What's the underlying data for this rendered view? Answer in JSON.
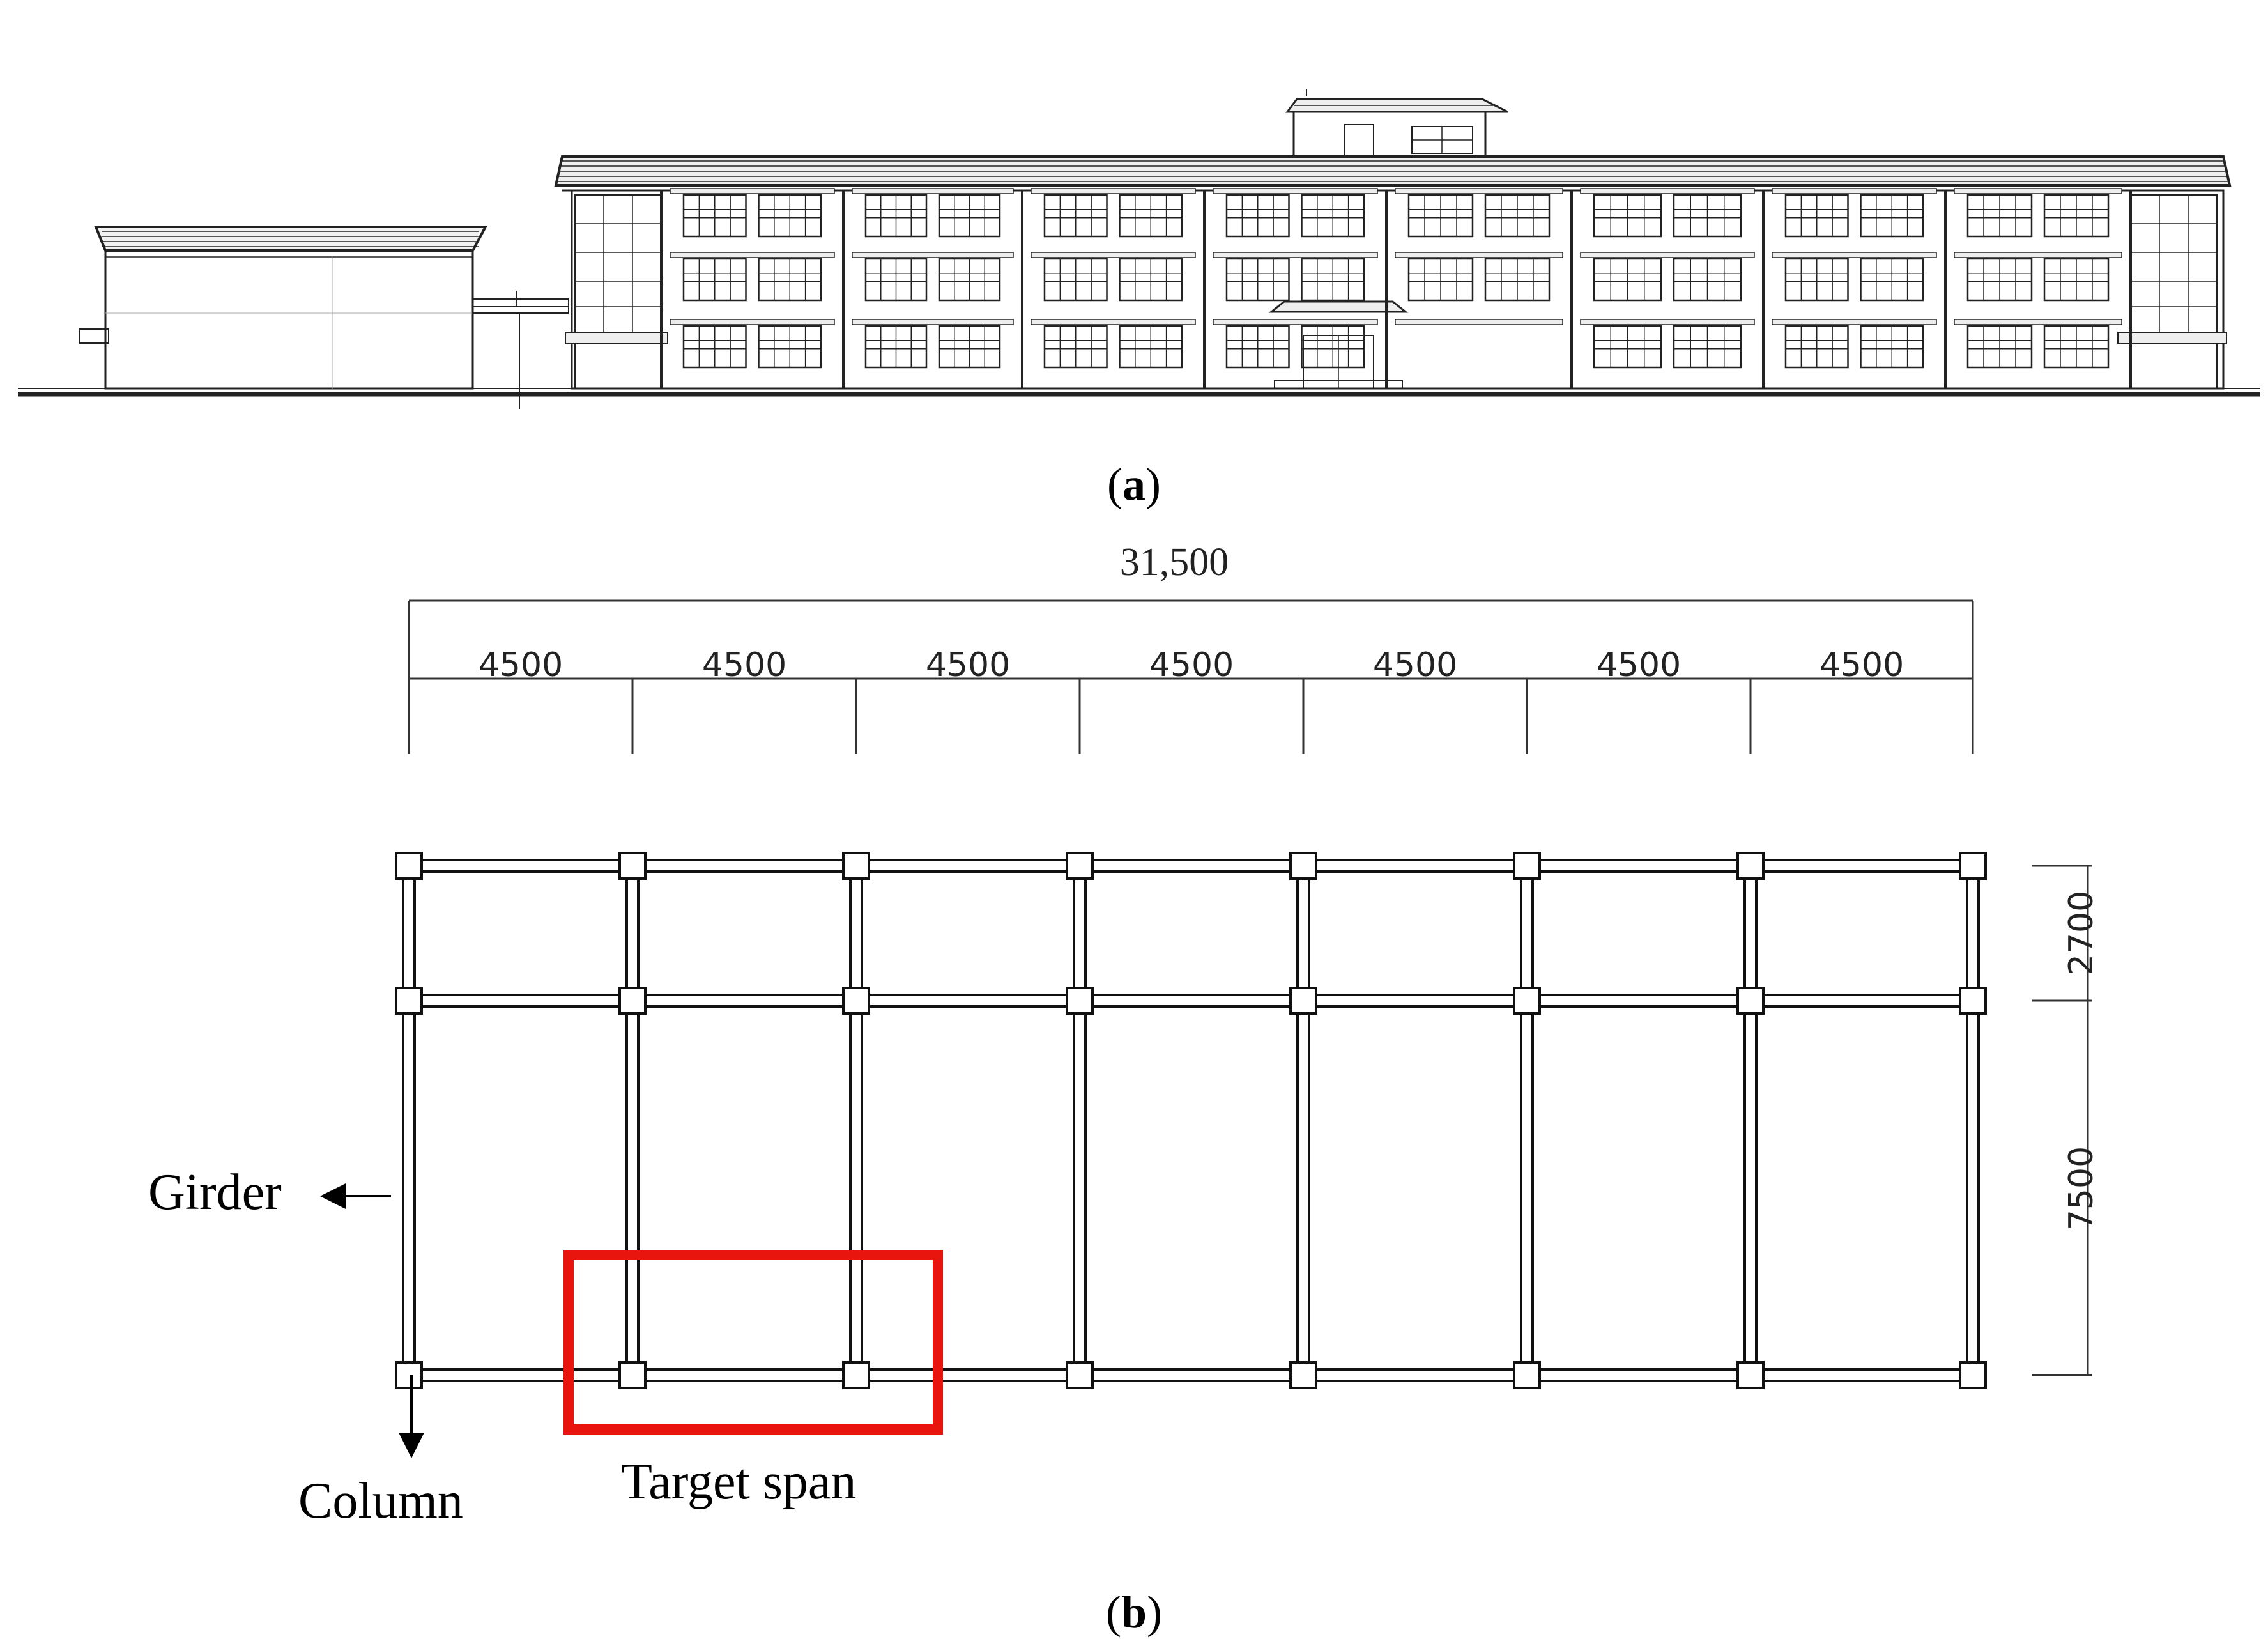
{
  "panel_a": {
    "caption_open": "(",
    "caption_letter": "a",
    "caption_close": ")"
  },
  "panel_b": {
    "caption_open": "(",
    "caption_letter": "b",
    "caption_close": ")",
    "overall_dimension": "31,500",
    "bay_dimensions": [
      "4500",
      "4500",
      "4500",
      "4500",
      "4500",
      "4500",
      "4500"
    ],
    "row_dimensions": [
      "2700",
      "7500"
    ],
    "labels": {
      "girder": "Girder",
      "column": "Column",
      "target_span": "Target span"
    },
    "highlight_color": "#e8150f"
  }
}
